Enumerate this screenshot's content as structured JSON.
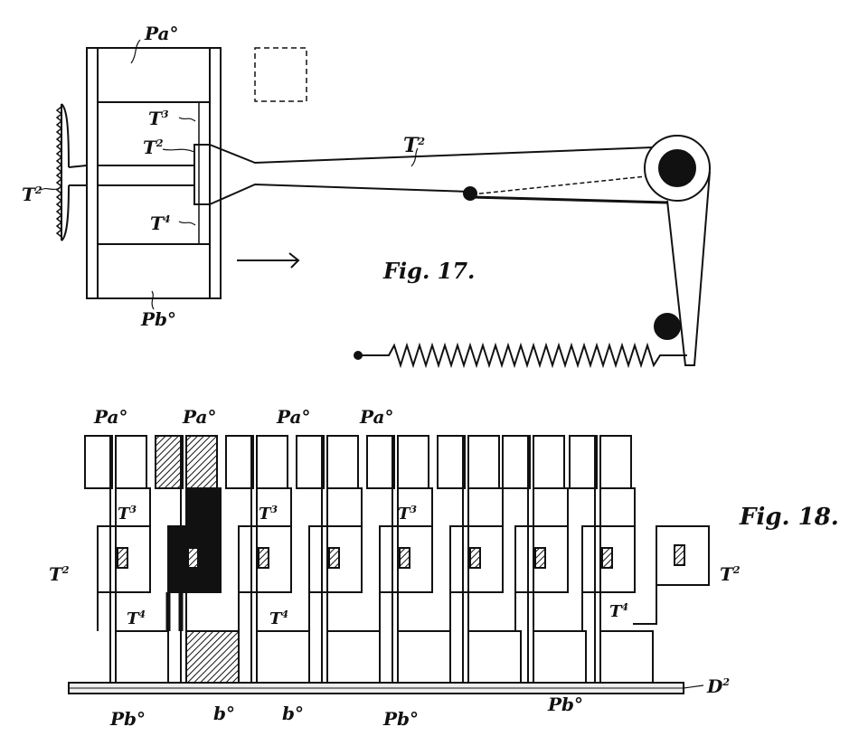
{
  "fig17": {
    "caption": "Fig. 17.",
    "labels": {
      "pa": "Pa°",
      "pb": "Pb°",
      "t2_left": "T",
      "t2_left_sup": "2",
      "t2_center": "T",
      "t2_center_sup": "2",
      "t3": "T",
      "t3_sup": "3",
      "t4": "T",
      "t4_sup": "4",
      "t2_lever": "T",
      "t2_lever_sup": "2"
    }
  },
  "fig18": {
    "caption": "Fig. 18.",
    "top_labels": [
      "Pa°",
      "Pa°",
      "Pa°",
      "Pa°"
    ],
    "t3_labels": [
      {
        "text": "T",
        "sup": "3"
      },
      {
        "text": "T",
        "sup": "3"
      },
      {
        "text": "T",
        "sup": "3"
      },
      {
        "text": "T",
        "sup": "3"
      }
    ],
    "t2_left": {
      "text": "T",
      "sup": "2"
    },
    "t2_right": {
      "text": "T",
      "sup": "2"
    },
    "t4_labels": [
      {
        "text": "T",
        "sup": "4"
      },
      {
        "text": "T",
        "sup": "4"
      },
      {
        "text": "T",
        "sup": "4"
      }
    ],
    "bottom_labels": [
      "Pb°",
      "b°",
      "b°",
      "Pb°",
      "Pb°"
    ],
    "d2": {
      "text": "D",
      "sup": "2"
    }
  },
  "colors": {
    "ink": "#111111",
    "paper": "#ffffff"
  }
}
